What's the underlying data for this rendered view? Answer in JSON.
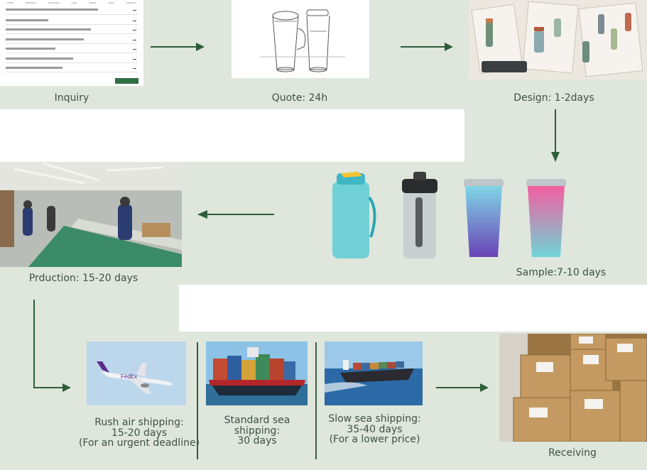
{
  "steps": {
    "inquiry": "Inquiry",
    "quote": "Quote: 24h",
    "design": "Design: 1-2days",
    "sample": "Sample:7-10 days",
    "production": "Prduction: 15-20 days",
    "receiving": "Receiving"
  },
  "shipping": [
    {
      "lines": [
        "Rush air shipping:",
        "15-20 days",
        "(For an urgent deadline)"
      ]
    },
    {
      "lines": [
        "Standard sea shipping:",
        "30 days"
      ]
    },
    {
      "lines": [
        "Slow sea shipping:",
        "35-40 days",
        "(For a lower price)"
      ]
    }
  ],
  "colors": {
    "band": "#dfe6dc",
    "arrow": "#2e5d3a",
    "text": "#3f5243"
  }
}
